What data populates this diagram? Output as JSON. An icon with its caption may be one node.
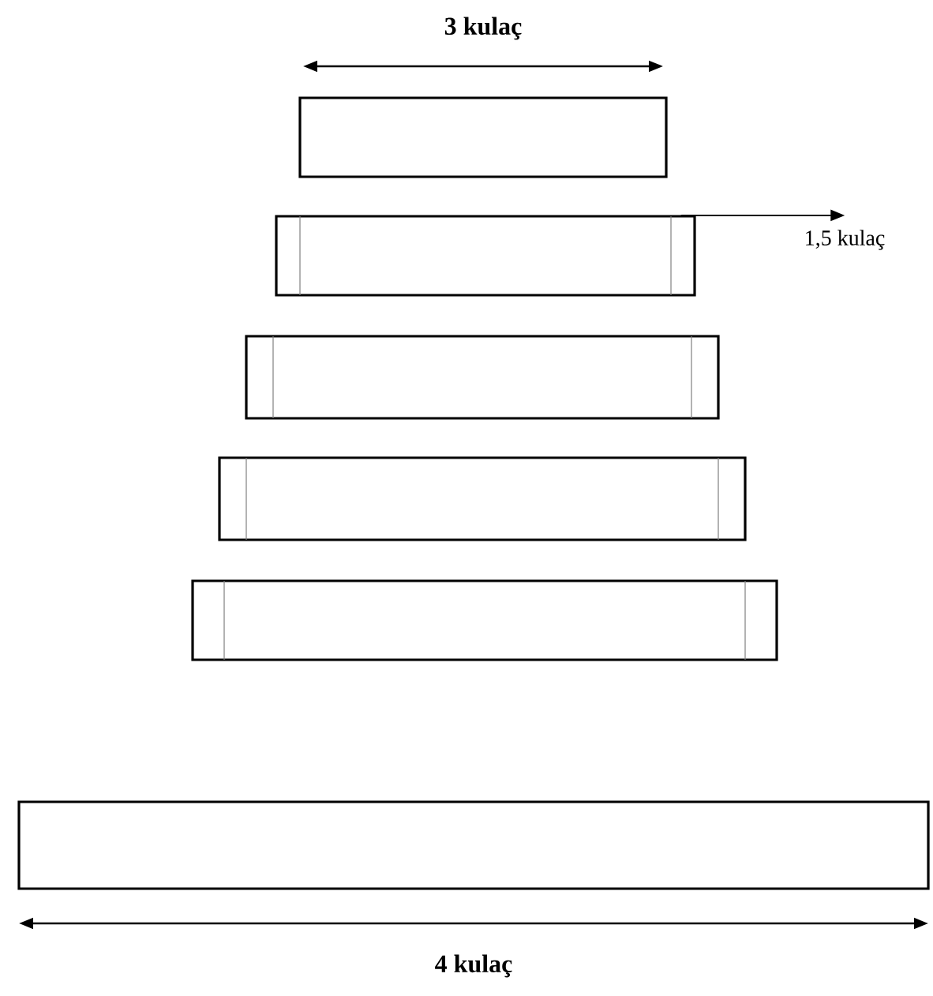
{
  "diagram": {
    "nodes": [
      {
        "text": [],
        "shape": "bar"
      },
      {
        "text": [],
        "shape": "bar"
      },
      {
        "text": [],
        "shape": "bar"
      },
      {
        "text": [],
        "shape": "bar"
      },
      {
        "text": [],
        "shape": "bar"
      },
      {
        "text": [],
        "shape": "bar"
      },
      {
        "text": [
          "1,5 kulaç"
        ]
      }
    ],
    "edges": [
      {
        "from": 1,
        "to": 6,
        "arrow": "to"
      }
    ],
    "labels": [
      "3 kulaç",
      "4 kulaç"
    ]
  }
}
